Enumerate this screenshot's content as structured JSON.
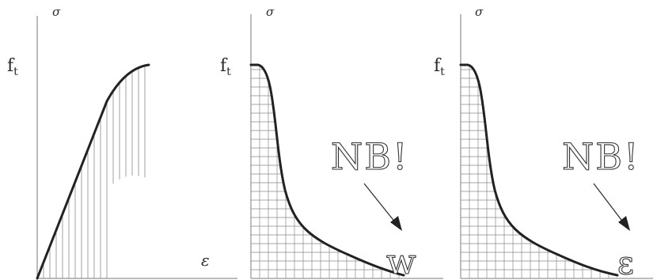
{
  "panels": [
    {
      "id": "stress-strain",
      "y_symbol": "σ",
      "y_tick": "f",
      "y_tick_sub": "t",
      "x_symbol": "ε"
    },
    {
      "id": "stress-crack-opening",
      "y_symbol": "σ",
      "y_tick": "f",
      "y_tick_sub": "t",
      "note": "NB!",
      "x_symbol": "w"
    },
    {
      "id": "stress-strain-softening",
      "y_symbol": "σ",
      "y_tick": "f",
      "y_tick_sub": "t",
      "note": "NB!",
      "x_symbol": "ε"
    }
  ]
}
